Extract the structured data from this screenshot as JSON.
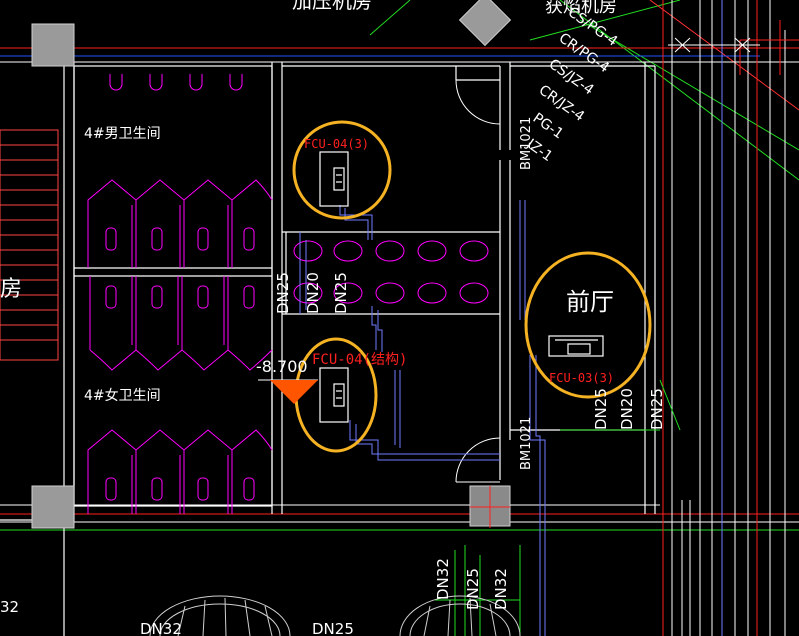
{
  "rooms": {
    "pump_room": "加压机房",
    "fire_room": "获焰机房",
    "mens_restroom": "4#男卫生间",
    "womens_restroom": "4#女卫生间",
    "lobby": "前厅",
    "left_room_fragment": "房"
  },
  "pipe_labels": {
    "cs_pg": "CS/PG-4",
    "cr_pg": "CR/PG-4",
    "cs_jz": "CS/JZ-4",
    "cr_jz": "CR/JZ-4",
    "pg1": "PG-1",
    "jz1": "JZ-1"
  },
  "equipment": {
    "fcu_upper": "FCU-04(3)",
    "fcu_lower": "FCU-04(结构)",
    "fcu_lobby": "FCU-03(3)"
  },
  "doors": {
    "upper": "BM1021",
    "lower": "BM1021"
  },
  "elevation": "-8.700",
  "diameters": {
    "dn25": "DN25",
    "dn20": "DN20",
    "dn32": "DN32",
    "n32": "32"
  },
  "colors": {
    "background": "#000000",
    "wall": "#ffffff",
    "fixture": "#ff00ff",
    "highlight": "#f5b323",
    "equipment_label": "#ff2020",
    "pipe_blue": "#6f7bff",
    "pipe_green": "#22dd22",
    "column": "#808080",
    "elevation_marker": "#ff5500"
  }
}
